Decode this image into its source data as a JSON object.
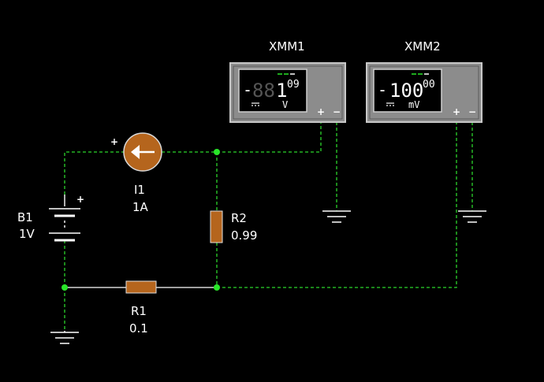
{
  "colors": {
    "background": "#000000",
    "wire": "#2bd52b",
    "node": "#29e629",
    "component_body": "#b5651d",
    "meter_case": "#8c8c8c",
    "meter_screen": "#000000"
  },
  "meters": [
    {
      "name": "XMM1",
      "reading_prefix": "-",
      "reading_dim": "88",
      "reading_main": "1",
      "reading_sup": "09",
      "mode_icon": "dc-icon",
      "unit": "V",
      "plus_label": "+",
      "minus_label": "−"
    },
    {
      "name": "XMM2",
      "reading_prefix": "-",
      "reading_main": "100",
      "reading_sup": "00",
      "mode_icon": "dc-icon",
      "unit": "mV",
      "plus_label": "+",
      "minus_label": "−"
    }
  ],
  "components": {
    "battery": {
      "name": "B1",
      "value": "1V",
      "plus_label": "+"
    },
    "current_source": {
      "name": "I1",
      "value": "1A",
      "plus_label": "+"
    },
    "r1": {
      "name": "R1",
      "value": "0.1"
    },
    "r2": {
      "name": "R2",
      "value": "0.99"
    }
  }
}
